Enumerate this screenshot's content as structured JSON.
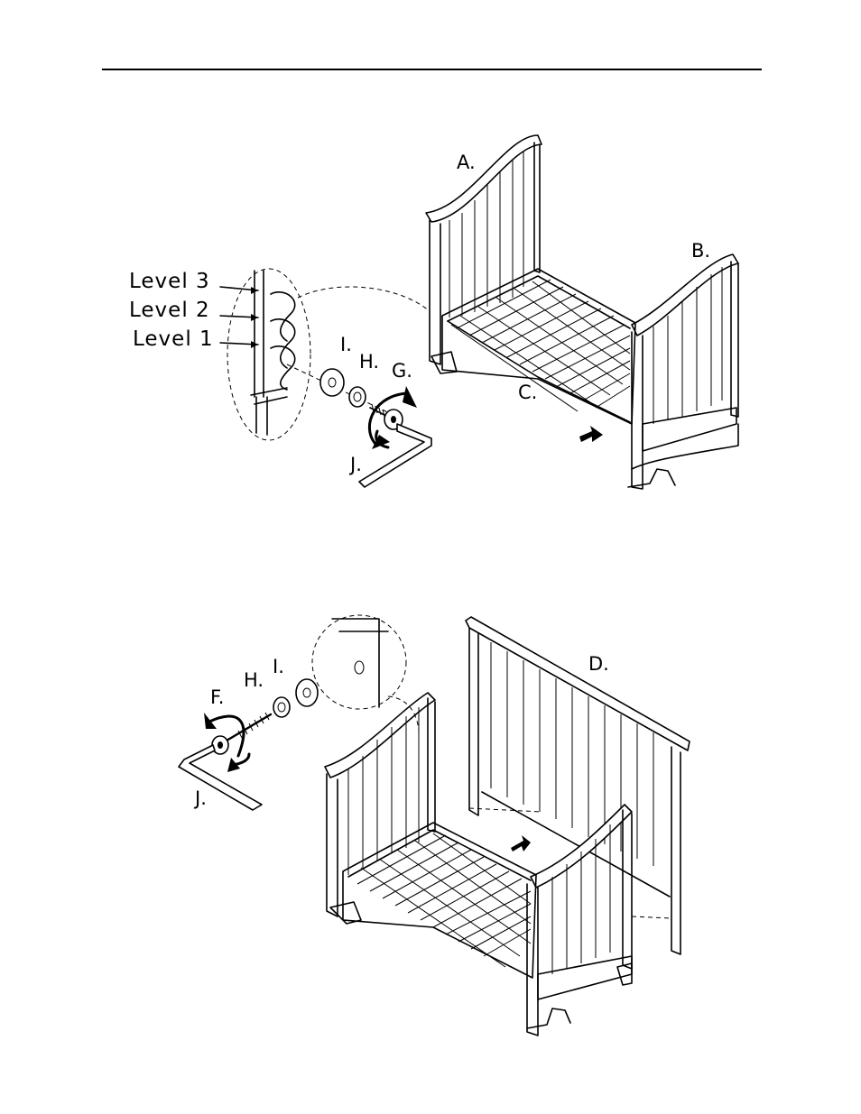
{
  "figure1": {
    "part_a": "A.",
    "part_b": "B.",
    "part_c": "C.",
    "part_g": "G.",
    "part_h": "H.",
    "part_i": "I.",
    "part_j": "J.",
    "levels": [
      "Level  3",
      "Level  2",
      "Level  1"
    ]
  },
  "figure2": {
    "part_d": "D.",
    "part_f": "F.",
    "part_h": "H.",
    "part_i": "I.",
    "part_j": "J."
  }
}
